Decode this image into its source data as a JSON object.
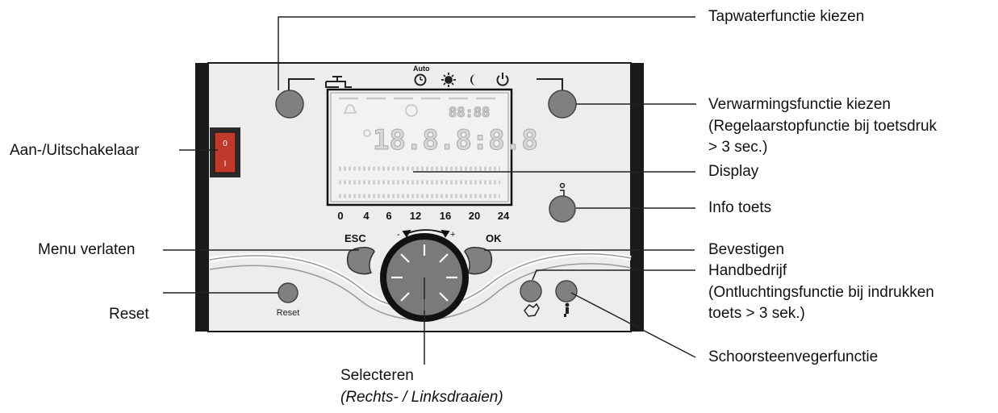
{
  "labels": {
    "tapwater": "Tapwaterfunctie kiezen",
    "heating_1": "Verwarmingsfunctie kiezen",
    "heating_2": "(Regelaarstopfunctie bij toetsdruk",
    "heating_3": "> 3 sec.)",
    "display": "Display",
    "info": "Info toets",
    "confirm": "Bevestigen",
    "manual_1": "Handbedrijf",
    "manual_2": "(Ontluchtingsfunctie bij indrukken",
    "manual_3": "toets > 3 sek.)",
    "chimney": "Schoorsteenvegerfunctie",
    "onoff": "Aan-/Uitschakelaar",
    "menu_exit": "Menu verlaten",
    "reset": "Reset",
    "select_1": "Selecteren",
    "select_2": "(Rechts- / Linksdraaien)"
  },
  "panel": {
    "auto_text": "Auto",
    "esc_label": "ESC",
    "ok_label": "OK",
    "reset_button_label": "Reset",
    "switch_on_mark": "0",
    "switch_off_mark": "I",
    "timeline": [
      "0",
      "4",
      "6",
      "12",
      "16",
      "20",
      "24"
    ]
  },
  "lcd": {
    "main_digits": "18.8.8:8.8",
    "small_digits": "88:88"
  },
  "colors": {
    "panel_face": "#ededed",
    "panel_border": "#1a1a1a",
    "button": "#808080",
    "switch_red": "#c0392b",
    "lcd_bg": "#f2f2f2"
  }
}
